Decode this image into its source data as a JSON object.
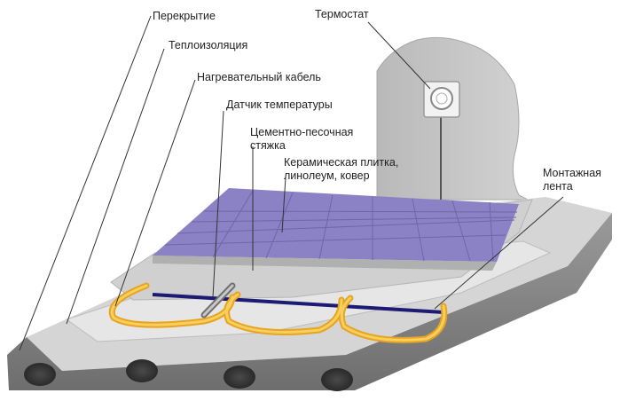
{
  "labels": {
    "slab": "Перекрытие",
    "insulation": "Теплоизоляция",
    "heating_cable": "Нагревательный кабель",
    "temp_sensor": "Датчик температуры",
    "screed_line1": "Цементно-песочная",
    "screed_line2": "стяжка",
    "finish_line1": "Керамическая плитка,",
    "finish_line2": "линолеум, ковер",
    "thermostat": "Термостат",
    "tape_line1": "Монтажная",
    "tape_line2": "лента"
  },
  "colors": {
    "slab_top": "#d9d9d9",
    "slab_front": "#8c8c8c",
    "wall": "#c6c6c6",
    "insulation": "#e3e3e3",
    "screed": "#cfcfcf",
    "tile": "#8a82c4",
    "tile_grout": "#6d66a8",
    "cable": "#f2b632",
    "mounting_tape": "#1c1a73",
    "leader_line": "#333333"
  },
  "icons": {
    "thermostat": "thermostat-icon",
    "sensor": "temperature-sensor-icon"
  }
}
